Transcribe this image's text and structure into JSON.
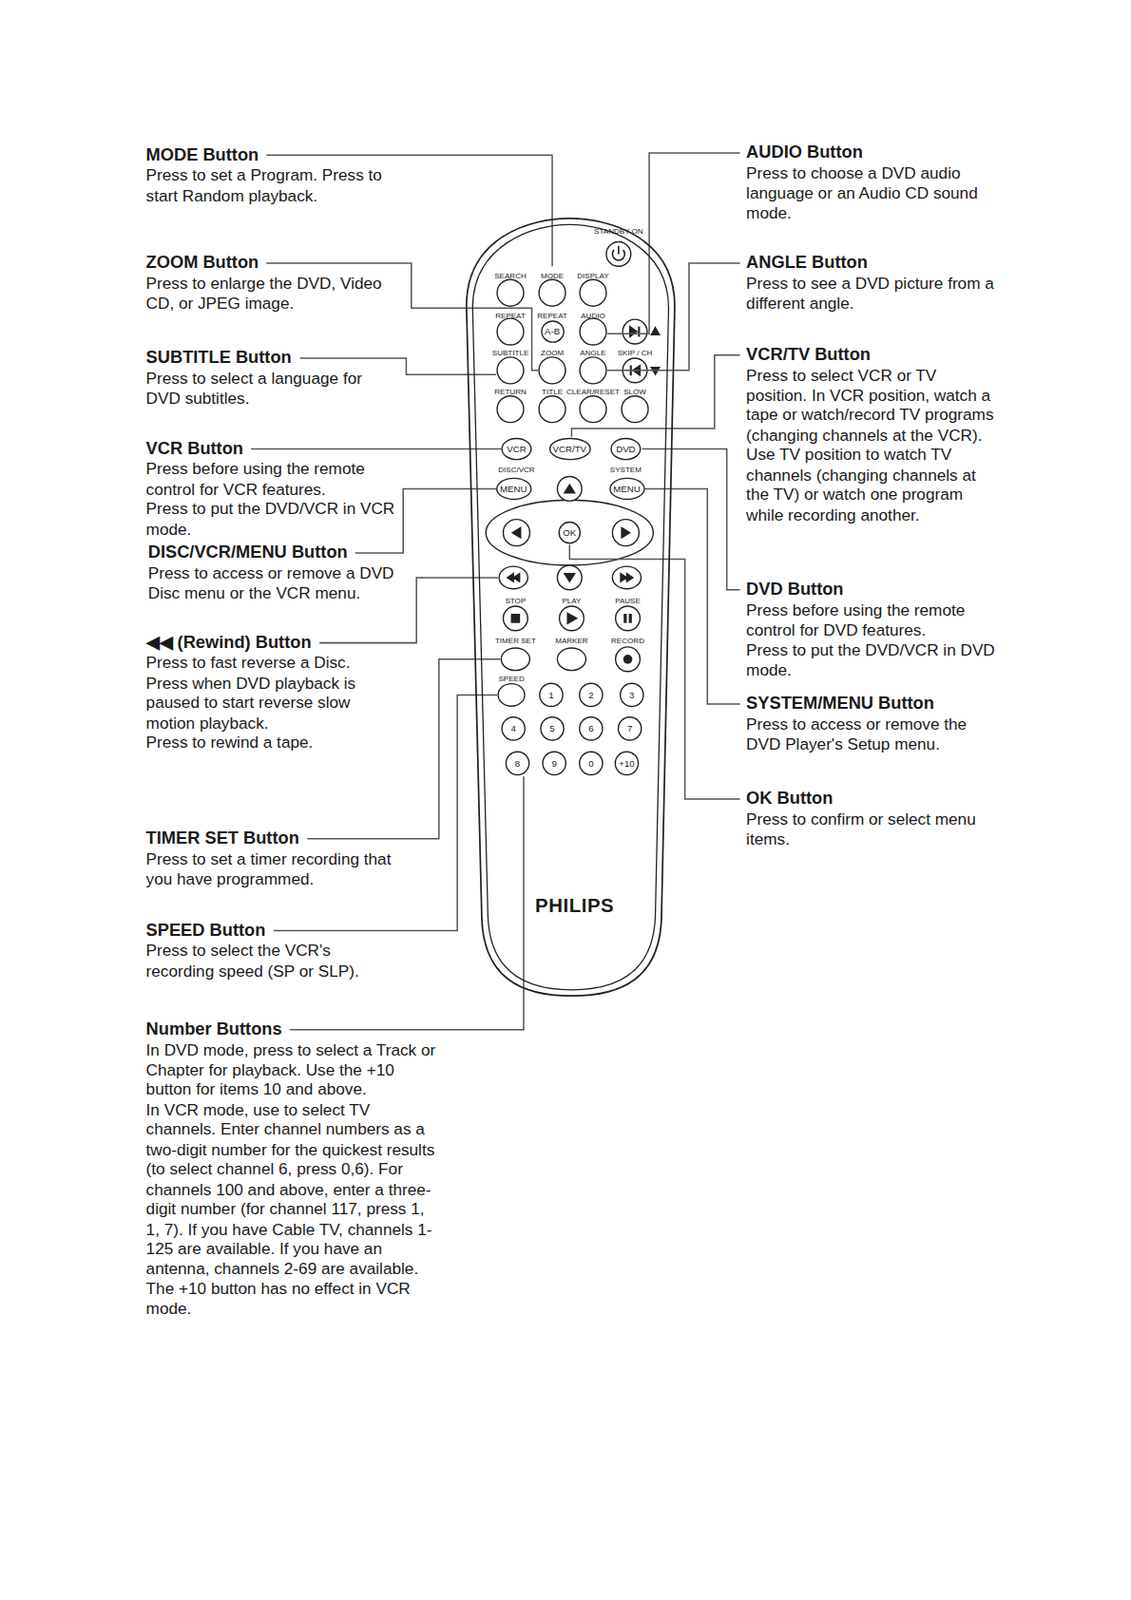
{
  "diagram": {
    "nodes": [
      {
        "text": [
          "PHILIPS"
        ]
      },
      {
        "text": [
          "A-B"
        ],
        "in": 0
      },
      {
        "text": [
          "VCR"
        ],
        "in": 0
      },
      {
        "text": [
          "VCR/TV"
        ],
        "in": 0
      },
      {
        "text": [
          "DVD"
        ],
        "in": 0
      },
      {
        "text": [
          "MENU"
        ],
        "in": 0
      },
      {
        "text": [
          "MENU"
        ],
        "in": 0
      },
      {
        "text": [
          "OK"
        ],
        "in": 0
      },
      {
        "text": [
          "1"
        ],
        "in": 0
      },
      {
        "text": [
          "2"
        ],
        "in": 0
      },
      {
        "text": [
          "3"
        ],
        "in": 0
      },
      {
        "text": [
          "4"
        ],
        "in": 0
      },
      {
        "text": [
          "5"
        ],
        "in": 0
      },
      {
        "text": [
          "6"
        ],
        "in": 0
      },
      {
        "text": [
          "7"
        ],
        "in": 0
      },
      {
        "text": [
          "8"
        ],
        "in": 0
      },
      {
        "text": [
          "9"
        ],
        "in": 0
      },
      {
        "text": [
          "0"
        ],
        "in": 0
      },
      {
        "text": [
          "+10"
        ],
        "in": 0
      }
    ],
    "labels": [
      "MODE Button",
      "Press to set a Program. Press to start Random playback.",
      "ZOOM Button",
      "Press to enlarge the DVD, Video CD, or JPEG image.",
      "SUBTITLE Button",
      "Press to select a language for DVD subtitles.",
      "VCR Button",
      "Press before using the remote control for VCR features.",
      "Press to put the DVD/VCR in VCR mode.",
      "DISC/VCR/MENU Button",
      "Press to access or remove a DVD Disc menu or the VCR menu.",
      "◀◀ (Rewind) Button",
      "Press to fast reverse a Disc.",
      "Press when DVD playback is paused to start reverse slow motion playback.",
      "Press to rewind a tape.",
      "TIMER SET Button",
      "Press to set a timer recording that you have programmed.",
      "SPEED Button",
      "Press to select the VCR's recording speed (SP or SLP).",
      "Number Buttons",
      "In DVD mode, press to select a Track or Chapter for playback. Use the +10 button for items 10 and above.",
      "In VCR mode, use to select TV channels. Enter channel numbers as a two-digit number for the quickest results (to select channel 6, press 0,6). For channels 100 and above, enter a three-digit number (for channel 117, press 1, 1, 7). If you have Cable TV, channels 1-125 are available. If you have an antenna, channels 2-69 are available. The +10 button has no effect in VCR mode.",
      "AUDIO Button",
      "Press to choose a DVD audio language or an Audio CD sound mode.",
      "ANGLE Button",
      "Press to see a DVD picture from a different angle.",
      "VCR/TV Button",
      "Press to select VCR or TV position. In VCR position, watch a tape or watch/record TV programs (changing channels at the VCR).",
      "Use TV position to watch TV channels (changing channels at the TV) or watch one program while recording another.",
      "DVD Button",
      "Press before using the remote control for DVD features.",
      "Press to put the DVD/VCR in DVD mode.",
      "SYSTEM/MENU Button",
      "Press to access or remove the DVD Player's Setup menu.",
      "OK Button",
      "Press to confirm or select menu items.",
      "STANDBY-ON",
      "SEARCH",
      "MODE",
      "DISPLAY",
      "REPEAT",
      "REPEAT",
      "AUDIO",
      "SUBTITLE",
      "ZOOM",
      "ANGLE",
      "SKIP / CH",
      "RETURN",
      "TITLE",
      "CLEAR/RESET",
      "SLOW",
      "DISC/VCR",
      "SYSTEM",
      "STOP",
      "PLAY",
      "PAUSE",
      "TIMER SET",
      "MARKER",
      "RECORD",
      "SPEED"
    ]
  }
}
